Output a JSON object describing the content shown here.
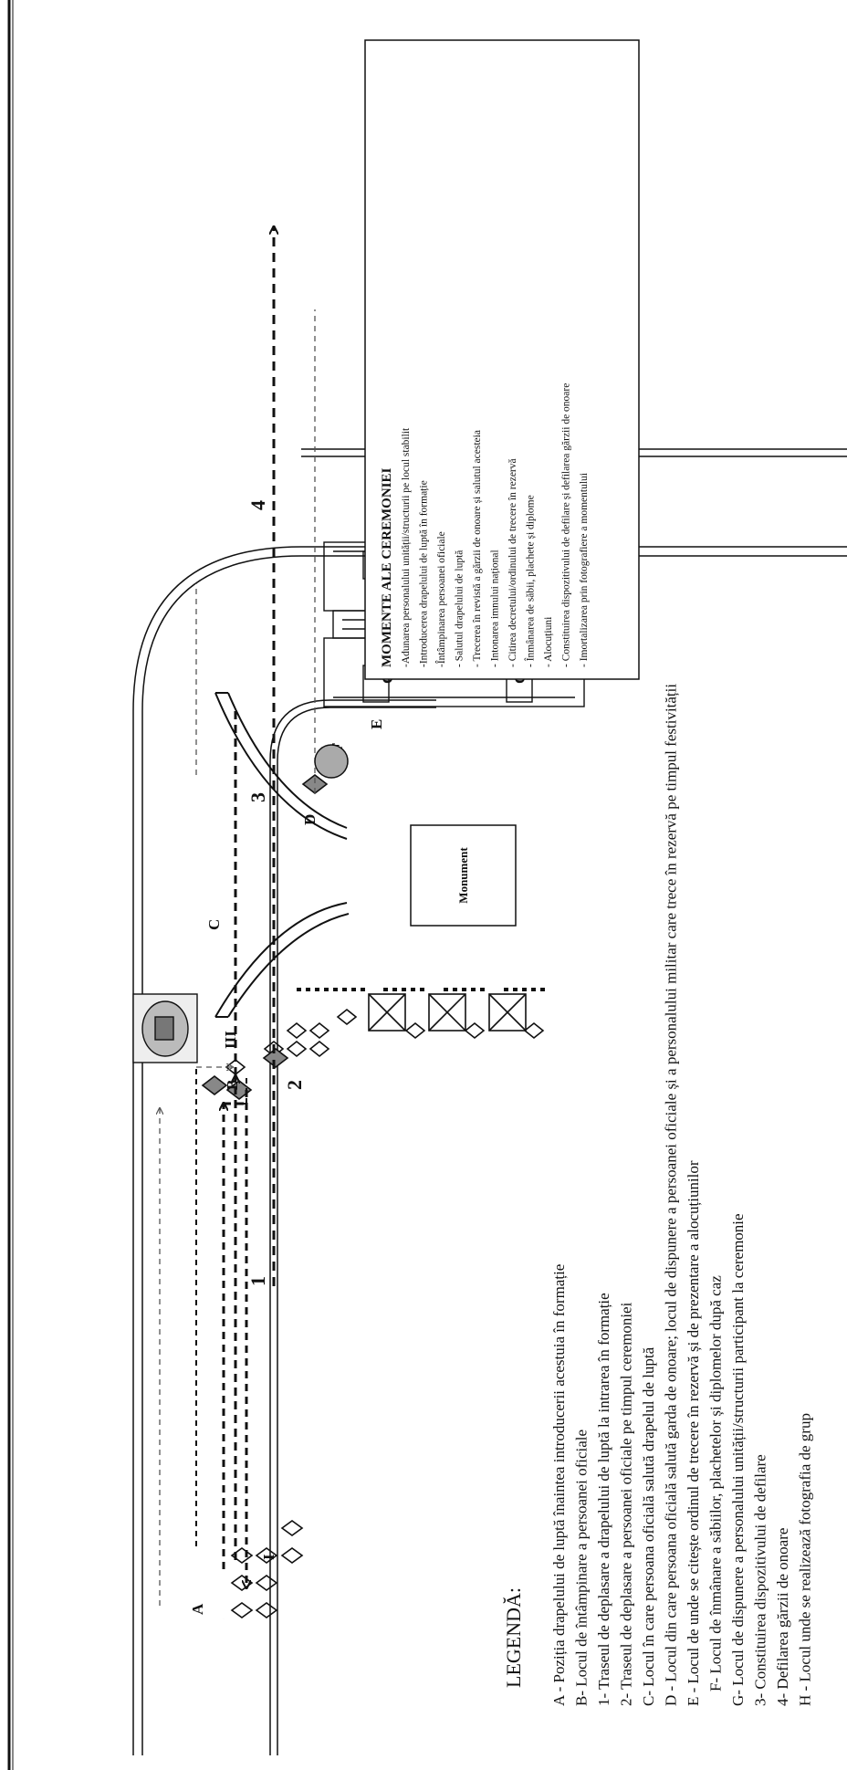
{
  "monument_label": "Monument",
  "moments": {
    "title": "MOMENTE ALE CEREMONIEI",
    "items": [
      "-Adunarea personalului unității/structurii pe locul stabilit",
      "-Introducerea drapelului de luptă în formație",
      "-Întâmpinarea persoanei oficiale",
      "- Salutul drapelului de luptă",
      "- Trecerea în revistă a gărzii de onoare și salutul acesteia",
      "- Intonarea imnului național",
      "- Citirea decretului/ordinului de trecere în rezervă",
      "- Înmânarea de săbii, plachete și diplome",
      "- Alocuțiuni",
      "- Constituirea dispozitivului de defilare și defilarea gărzii de onoare",
      "- Imortalizarea prin fotografiere a momentului"
    ]
  },
  "legend": {
    "title": "LEGENDĂ:",
    "items": [
      "A - Poziția drapelului de luptă înaintea introducerii acestuia în formație",
      "B- Locul de întâmpinare a persoanei oficiale",
      "1- Traseul de deplasare a drapelului de luptă la intrarea în formație",
      "2- Traseul de deplasare a persoanei oficiale pe timpul ceremoniei",
      "C- Locul în care persoana oficială salută drapelul de luptă",
      "D - Locul din care persoana oficială salută garda de onoare; locul de dispunere a persoanei oficiale și a personalului militar care trece în rezervă pe timpul festivității",
      "E - Locul de unde se citește ordinul de trecere în rezervă și de prezentare a alocuțiunilor",
      "F- Locul de înmânare a săbiilor, plachetelor și diplomelor după caz",
      "G- Locul de dispunere a personalului unității/structurii participant la ceremonie",
      "3- Constituirea dispozitivului de defilare",
      "4- Defilarea gărzii de onoare",
      "H - Locul unde se realizează fotografia de grup"
    ]
  },
  "labels": {
    "A": "A",
    "B": "B",
    "C": "C",
    "D": "D",
    "E": "E",
    "F": "F",
    "G": "G",
    "H": "H",
    "route1": "1",
    "route2": "2",
    "route3": "3",
    "route4": "4",
    "small_i": "I",
    "small_iii": "III"
  },
  "colors": {
    "ink": "#111111",
    "diamond_fill": "#888888",
    "circle_fill": "#aaaaaa"
  }
}
